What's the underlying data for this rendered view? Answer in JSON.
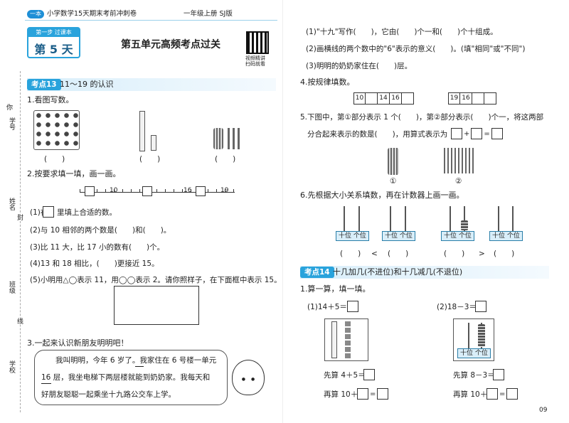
{
  "header": {
    "brand": "一本",
    "series": "小学数学15天期末考前冲刺卷",
    "grade": "一年级上册 SJ版"
  },
  "day": {
    "step": "第一步 过课本",
    "label": "第 5 天"
  },
  "title": "第五单元高频考点过关",
  "qr_caption": [
    "视频精讲",
    "扫码就看"
  ],
  "side": {
    "xuehao": "学号",
    "ni": "你",
    "xingming": "姓名",
    "feng": "封",
    "banji": "班级",
    "xian": "线",
    "xuexiao": "学校"
  },
  "topic13": {
    "tag": "考点13",
    "title": "11～19 的认识"
  },
  "q1": {
    "label": "1.看图写数。",
    "blank": "(　　)"
  },
  "q2": {
    "label": "2.按要求填一填，画一画。",
    "ticks": [
      "10",
      "16",
      "19"
    ],
    "subs": [
      "(1)在",
      "里填上合适的数。",
      "(2)与 10 相邻的两个数是(　　)和(　　)。",
      "(3)比 11 大，比 17 小的数有(　　)个。",
      "(4)13 和 18 相比，(　　)更接近 15。",
      "(5)小明用△◯表示 11，用◯◯表示 2。请你照样子，在下面框中表示 15。"
    ]
  },
  "q3": {
    "label": "3.一起来认识新朋友明明吧！",
    "story": [
      "我叫明明，今年 6 岁了。我家住在 6 号楼一单元",
      "16 层，我坐电梯下两层楼就能到奶奶家。我每天和",
      "好朋友聪聪一起乘坐十九路公交车上学。"
    ]
  },
  "right": {
    "r1": "(1)\"十九\"写作(　　)，它由(　　)个一和(　　)个十组成。",
    "r2": "(2)画横线的两个数中的\"6\"表示的意义(　　)。(填\"相同\"或\"不同\")",
    "r3": "(3)明明的奶奶家住在(　　)层。",
    "q4": "4.按规律填数。",
    "seq1": [
      "10",
      "",
      "14",
      "16",
      ""
    ],
    "seq2": [
      "19",
      "16",
      "",
      ""
    ],
    "q5a": "5.下图中，第①部分表示 1 个(　　)，第②部分表示(　　)个一，将这两部",
    "q5b": "分合起来表示的数是(　　)，用算式表示为",
    "q5marks": [
      "①",
      "②"
    ],
    "q6": "6.先根据大小关系填数，再在计数器上画一画。",
    "pv": "十位 个位",
    "cmp": [
      "(　　)",
      "<",
      "(　　)",
      "(　　)",
      ">",
      "(　　)"
    ],
    "topic14": {
      "tag": "考点14",
      "title": "十几加几(不进位)和十几减几(不退位)"
    },
    "q7": "1.算一算，填一填。",
    "calc1": "(1)14＋5＝",
    "calc2": "(2)18－3＝",
    "first1": "先算 4＋5＝",
    "then1": "再算 10＋",
    "first2": "先算 8－3＝",
    "then2": "再算 10＋",
    "page": "09"
  }
}
